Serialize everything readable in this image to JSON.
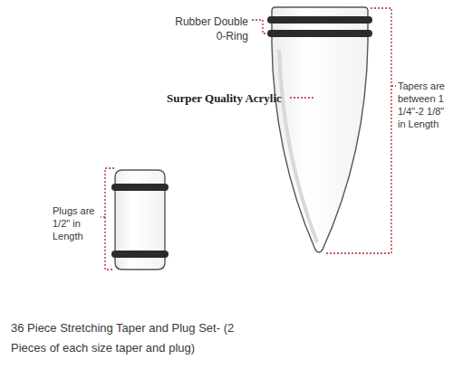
{
  "diagram": {
    "caption": "36 Piece Stretching Taper and Plug Set- (2 Pieces of each size taper and plug)",
    "labels": [
      "Rubber Double 0-Ring",
      "Surper Quality Acrylic",
      "Tapers are between 1 1/4\"-2 1/8\" in Length",
      "Plugs are 1/2\" in Length"
    ]
  }
}
